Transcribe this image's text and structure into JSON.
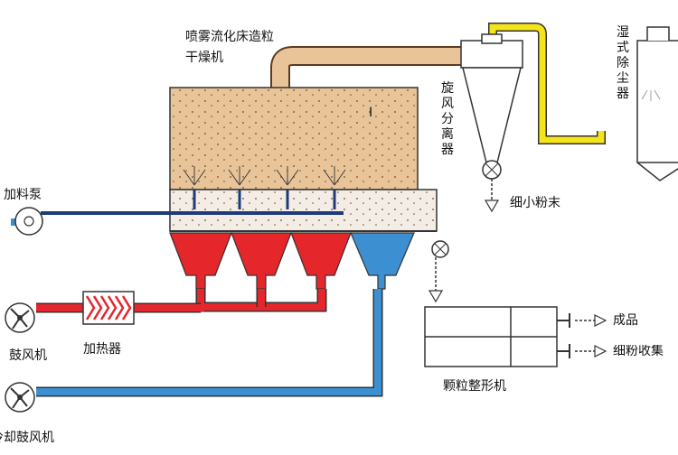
{
  "labels": {
    "dryer_title": "喷雾流化床造粒",
    "dryer_title_2": "干燥机",
    "cyclone": "旋风分离器",
    "wet_dust": "湿式除尘器",
    "fine_powder": "细小粉末",
    "feed_pump": "加料泵",
    "blower": "鼓风机",
    "heater": "加热器",
    "cool_blower": "冷却鼓风机",
    "shaper": "颗粒整形机",
    "product": "成品",
    "fine_collect": "细粉收集",
    "zone_mark": "I"
  },
  "colors": {
    "powder": "#e8c498",
    "hot_air": "#e5262b",
    "cool_air": "#3c8fd0",
    "exhaust_duct": "#f5e41a",
    "feed_line": "#1f3a7a"
  }
}
